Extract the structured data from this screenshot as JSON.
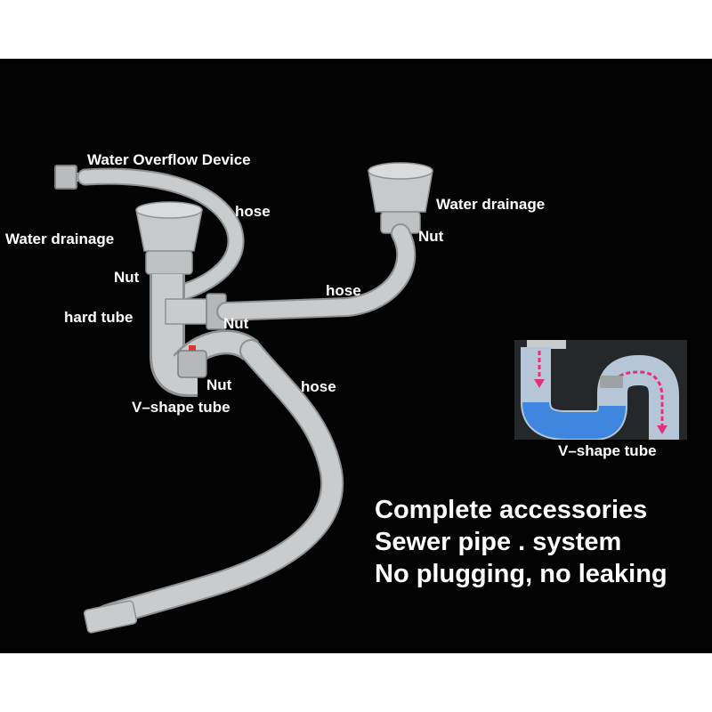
{
  "labels": {
    "water_overflow_device": "Water Overflow Device",
    "hose_top": "hose",
    "water_drainage_left": "Water drainage",
    "nut_left": "Nut",
    "hard_tube": "hard tube",
    "nut_center": "Nut",
    "water_drainage_right": "Water drainage",
    "nut_right": "Nut",
    "hose_right": "hose",
    "nut_bottom": "Nut",
    "hose_bottom": "hose",
    "v_shape_tube": "V–shape tube",
    "inset_caption": "V–shape tube"
  },
  "headline": {
    "line1": "Complete accessories",
    "line2": "Sewer pipe . system",
    "line3": "No plugging, no leaking"
  },
  "colors": {
    "background": "#030303",
    "pipe": "#c9cbcc",
    "pipe_shadow": "#8e9193",
    "text": "#ffffff",
    "flow_arrow": "#e0307a",
    "water": "#3f86e0"
  }
}
